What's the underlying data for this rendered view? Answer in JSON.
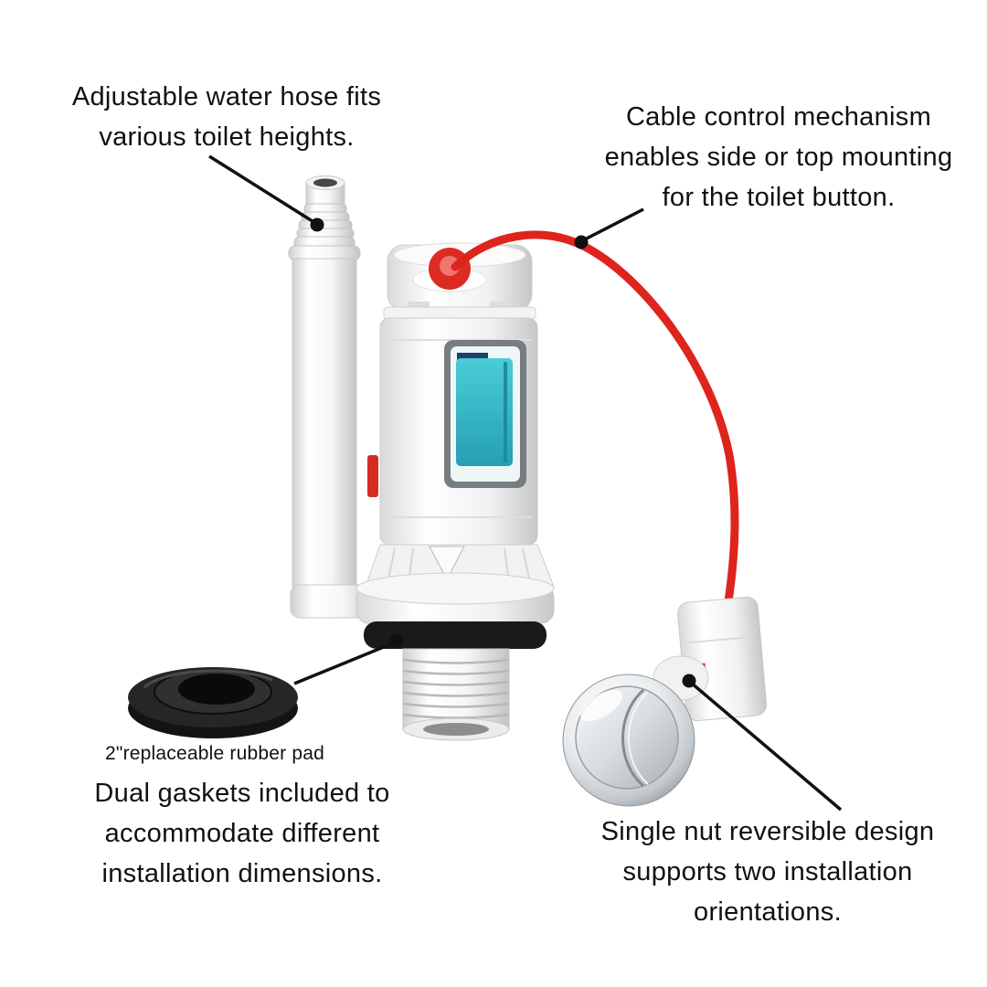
{
  "colors": {
    "cable_red": "#de251d",
    "float_teal": "#35bac8",
    "accent_red_clip": "#d42d24",
    "text": "#111111"
  },
  "callouts": {
    "hose": {
      "lines": [
        "Adjustable water hose fits",
        "various toilet heights."
      ]
    },
    "cable": {
      "lines": [
        "Cable control mechanism",
        "enables side or top mounting",
        "for the toilet button."
      ]
    },
    "rubber_pad_label": "2\"replaceable rubber pad",
    "gaskets": {
      "lines": [
        "Dual gaskets included to",
        "accommodate different",
        "installation dimensions."
      ]
    },
    "button": {
      "lines": [
        "Single nut reversible design",
        "supports two installation",
        "orientations."
      ]
    }
  }
}
